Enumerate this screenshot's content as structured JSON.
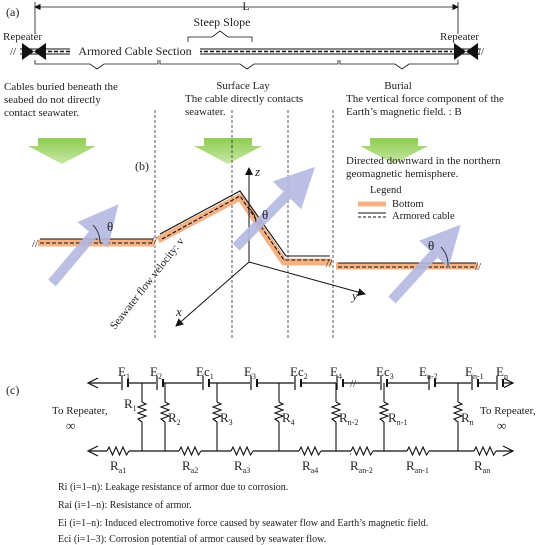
{
  "panel_a": {
    "label": "(a)",
    "length_label": "L",
    "steep_slope": "Steep Slope",
    "armored_section": "Armored Cable Section",
    "repeater_left": "Repeater",
    "repeater_right": "Repeater",
    "buried_note": [
      "Cables buried beneath the",
      "seabed do not directly",
      "contact seawater."
    ],
    "surface_lay": "Surface Lay",
    "surface_lay_note": [
      "The cable directly contacts",
      "seawater."
    ],
    "burial": "Burial",
    "magnetic_note": [
      "The vertical force component of the",
      "Earth’s magnetic field. : B"
    ]
  },
  "panel_b": {
    "label": "(b)",
    "downward_note": [
      "Directed downward in the northern",
      "geomagnetic hemisphere."
    ],
    "legend_title": "Legend",
    "legend_bottom": "Bottom",
    "legend_cable": "Armored cable",
    "theta": "θ",
    "flow_label": "Seawater flow velocity: v",
    "axis_z": "z",
    "axis_x": "x",
    "axis_y": "y"
  },
  "panel_c": {
    "label": "(c)",
    "to_repeater_left": "To Repeater,",
    "to_repeater_right": "To Repeater,",
    "infinity": "∞",
    "top_labels": [
      {
        "main": "E",
        "sub": "1"
      },
      {
        "main": "E",
        "sub": "2"
      },
      {
        "main": "Ec",
        "sub": "1"
      },
      {
        "main": "E",
        "sub": "3"
      },
      {
        "main": "Ec",
        "sub": "2"
      },
      {
        "main": "E",
        "sub": "4"
      },
      {
        "main": "Ec",
        "sub": "3"
      },
      {
        "main": "E",
        "sub": "n-2"
      },
      {
        "main": "E",
        "sub": "n-1"
      },
      {
        "main": "E",
        "sub": "n"
      }
    ],
    "mid_labels": [
      {
        "main": "R",
        "sub": "1"
      },
      {
        "main": "R",
        "sub": "2"
      },
      {
        "main": "R",
        "sub": "3"
      },
      {
        "main": "R",
        "sub": "4"
      },
      {
        "main": "R",
        "sub": "n-2"
      },
      {
        "main": "R",
        "sub": "n-1"
      },
      {
        "main": "R",
        "sub": "n"
      }
    ],
    "bottom_labels": [
      {
        "main": "R",
        "sub": "a1"
      },
      {
        "main": "R",
        "sub": "a2"
      },
      {
        "main": "R",
        "sub": "a3"
      },
      {
        "main": "R",
        "sub": "a4"
      },
      {
        "main": "R",
        "sub": "an-2"
      },
      {
        "main": "R",
        "sub": "an-1"
      },
      {
        "main": "R",
        "sub": "an"
      }
    ]
  },
  "notes": [
    "Ri (i=1–n): Leakage resistance of armor due to corrosion.",
    "Rai (i=1–n): Resistance of armor.",
    "Ei (i=1–n): Induced electromotive force caused by seawater flow and Earth’s magnetic field.",
    "Eci (i=1–3): Corrosion potential of armor caused by seawater flow."
  ],
  "colors": {
    "bottom": "#f4b183",
    "arrow_green": "#92d050",
    "flow_arrow": "#b4b9e0"
  }
}
